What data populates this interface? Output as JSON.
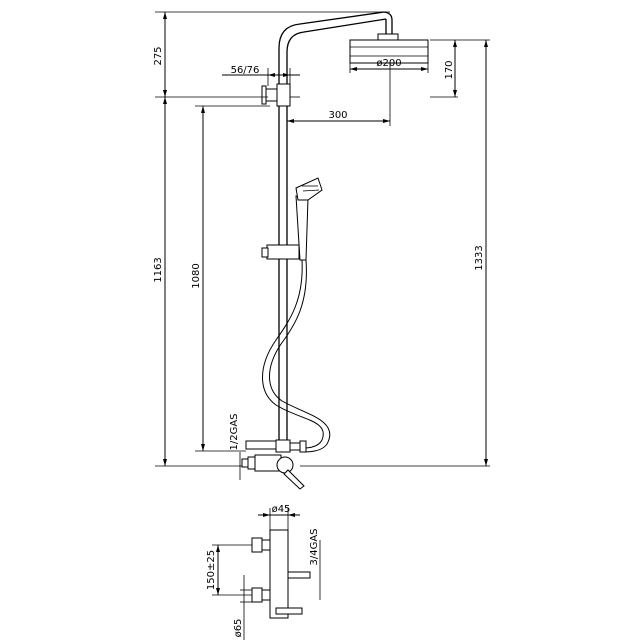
{
  "dimensions": {
    "top_height": "275",
    "connection": "56/76",
    "head_diameter": "ø200",
    "head_height": "170",
    "arm_length": "300",
    "total_height_left": "1163",
    "rail_height": "1080",
    "inlet_thread": "1/2GAS",
    "total_height_right": "1333",
    "bottom_diameter": "ø45",
    "outlet_thread": "3/4GAS",
    "centers": "150±25",
    "flange_diameter": "ø65"
  }
}
